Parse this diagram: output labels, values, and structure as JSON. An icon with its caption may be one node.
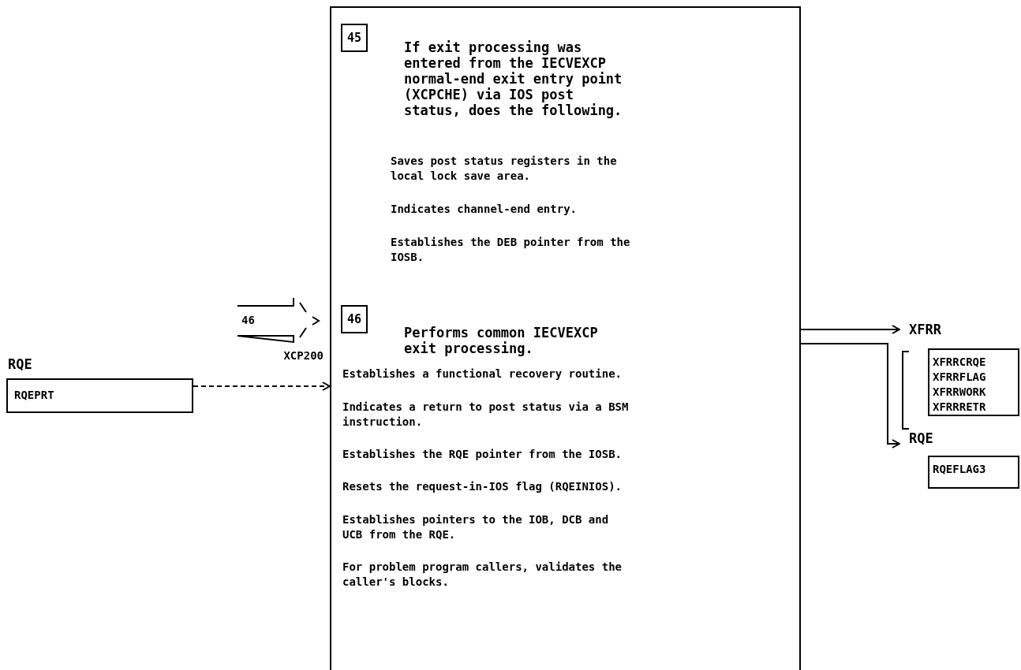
{
  "diagram": {
    "nodes": [
      {
        "text": [
          "If exit processing was entered from the IECVEXCP normal-end exit entry point (XCPCHE) via IOS post status, does the following.",
          "Saves post status registers in the local lock save area.",
          "Indicates channel-end entry.",
          "Establishes the DEB pointer from the IOSB.",
          "Performs common IECVEXCP exit processing.",
          "Establishes a functional recovery routine.",
          "Indicates a return to post status via a BSM instruction.",
          "Establishes the RQE pointer from the IOSB.",
          "Resets the request-in-IOS flag (RQEINIOS).",
          "Establishes pointers to the IOB, DCB and UCB from the RQE.",
          "For problem program callers, validates the caller's blocks."
        ]
      },
      {
        "text": [
          "45"
        ],
        "in": 0
      },
      {
        "text": [
          "46"
        ],
        "in": 0
      },
      {
        "text": [
          "RQE",
          "RQEPRT"
        ]
      },
      {
        "text": [
          "46"
        ],
        "beside": [
          "XCP200"
        ]
      },
      {
        "text": [
          "XFRR",
          "XFRRCRQE",
          "XFRRFLAG",
          "XFRRWORK",
          "XFRRRETR"
        ]
      },
      {
        "text": [
          "RQE",
          "RQEFLAG3"
        ]
      }
    ],
    "edges": [
      {
        "from": 3,
        "to": 0,
        "arrow": "to",
        "style": "dashed"
      },
      {
        "from": 0,
        "to": 5,
        "arrow": "to"
      },
      {
        "from": 0,
        "to": 6,
        "arrow": "to"
      }
    ]
  }
}
